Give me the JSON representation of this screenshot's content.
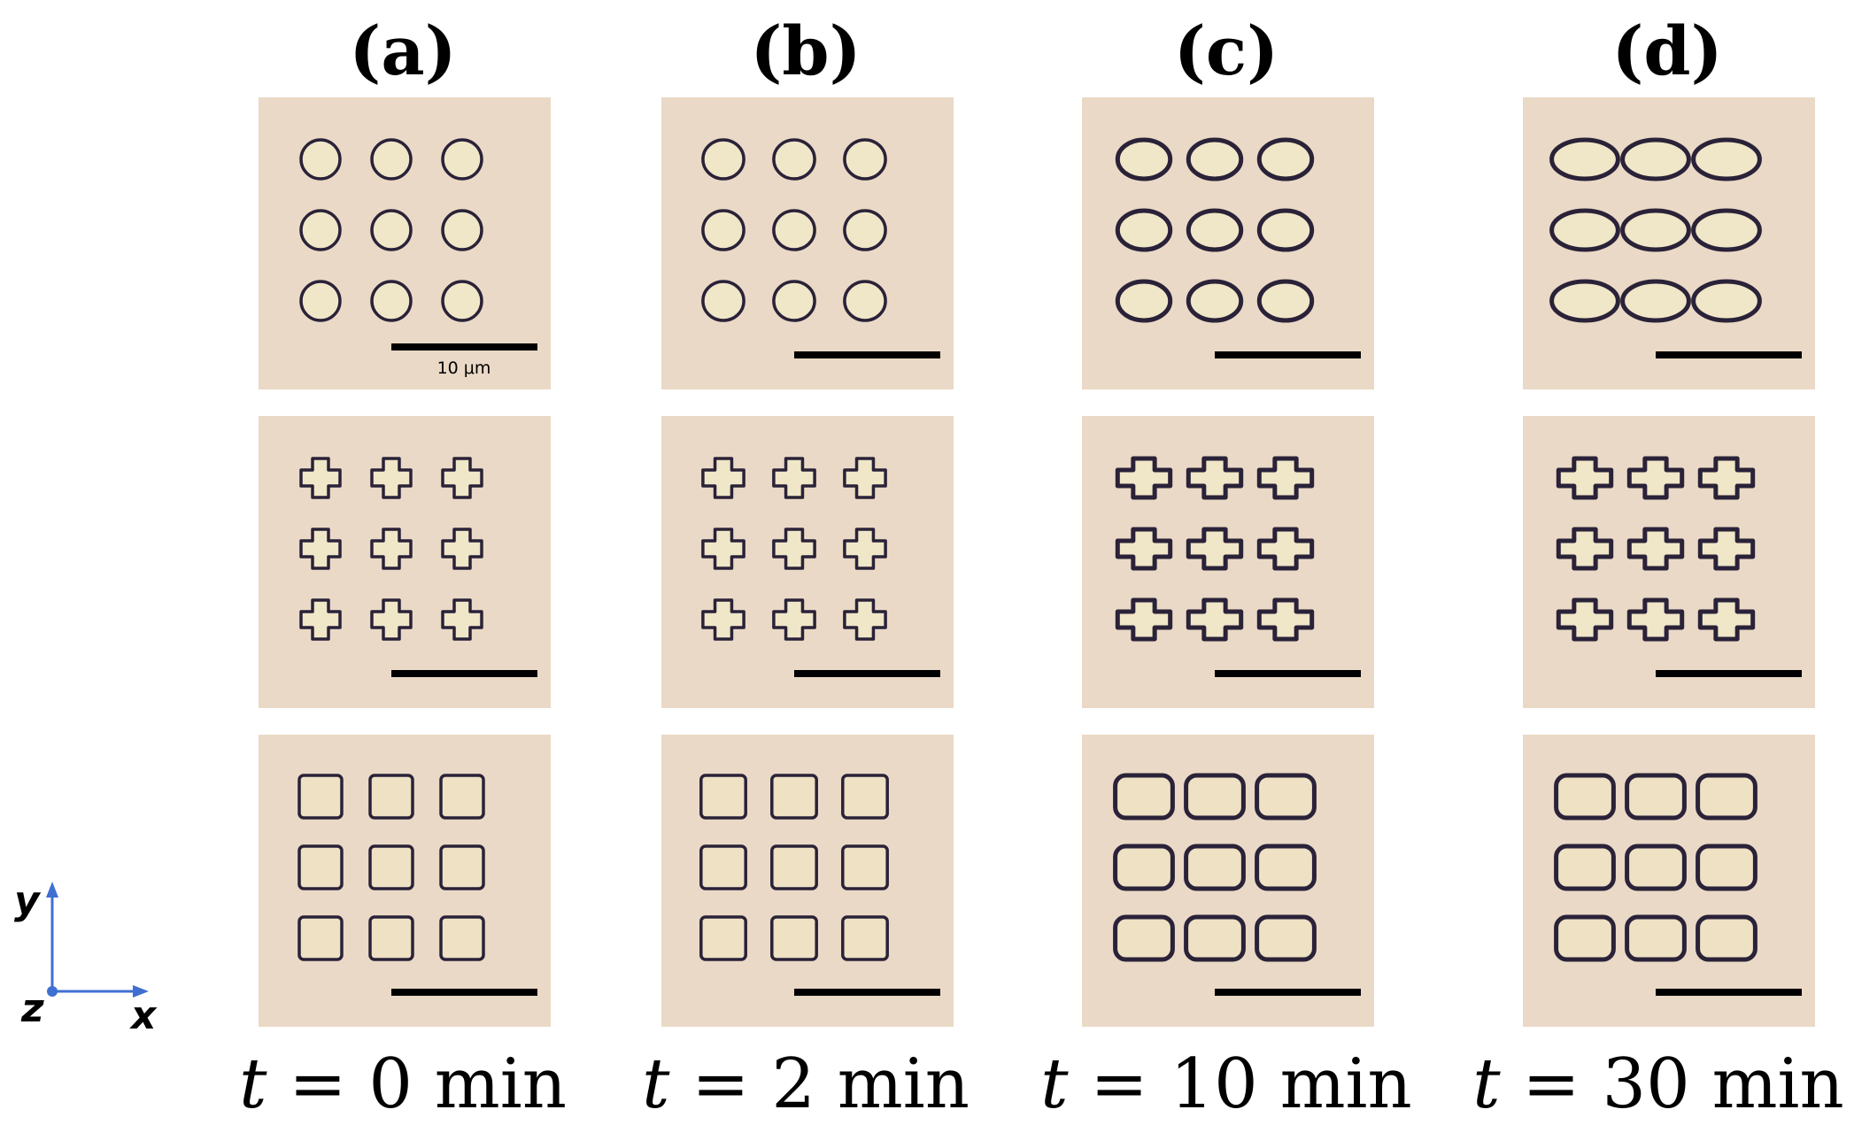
{
  "columns": [
    {
      "label": "(a)",
      "time": "t = 0 min",
      "t_symbol": "t",
      "t_rest": " = 0 min",
      "stretch": 1.0
    },
    {
      "label": "(b)",
      "time": "t = 2 min",
      "t_symbol": "t",
      "t_rest": " = 2 min",
      "stretch": 1.05
    },
    {
      "label": "(c)",
      "time": "t = 10 min",
      "t_symbol": "t",
      "t_rest": " = 10 min",
      "stretch": 1.35
    },
    {
      "label": "(d)",
      "time": "t = 30 min",
      "t_symbol": "t",
      "t_rest": " = 30 min",
      "stretch": 1.7
    }
  ],
  "rows": [
    {
      "shape": "circle"
    },
    {
      "shape": "cross"
    },
    {
      "shape": "square"
    }
  ],
  "scale_bar": {
    "label": "10 μm"
  },
  "axes": {
    "x": "x",
    "y": "y",
    "z": "z"
  },
  "colors": {
    "background": "#ead9c6",
    "outline": "#2a2238",
    "axis": "#3f6fd1",
    "scale_bar": "#000000"
  }
}
